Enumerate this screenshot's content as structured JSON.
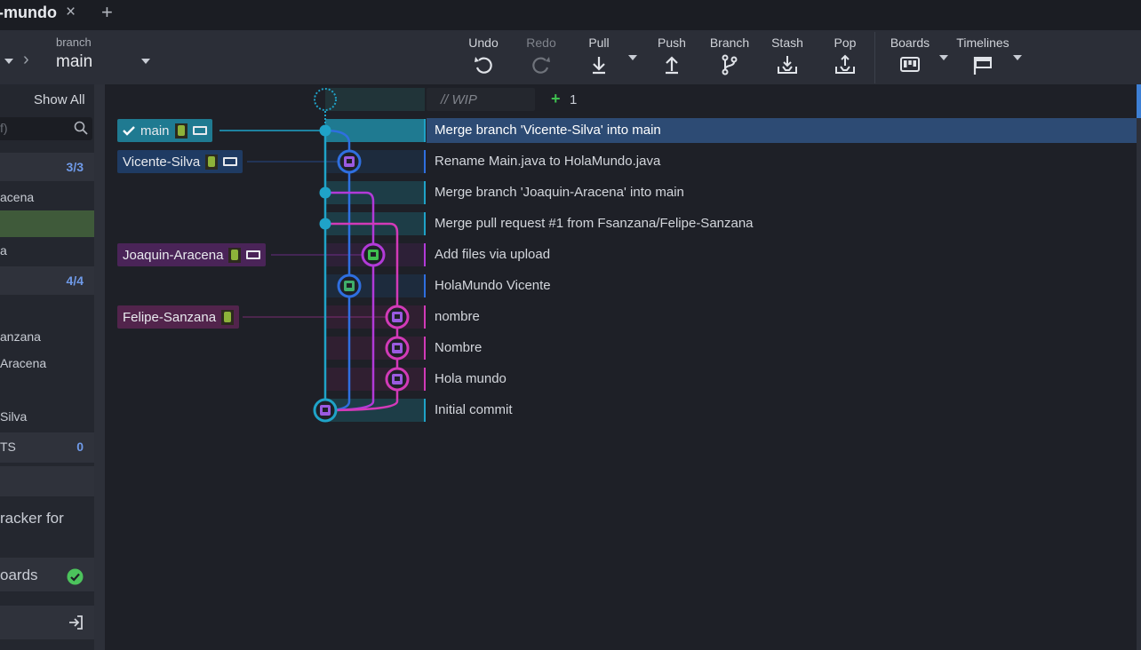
{
  "tabbar": {
    "tab_title": "-mundo",
    "close_glyph": "×",
    "add_glyph": "+"
  },
  "toolbar": {
    "branch_caption": "branch",
    "branch_name": "main",
    "buttons": [
      {
        "label": "Undo",
        "icon": "undo-icon"
      },
      {
        "label": "Redo",
        "icon": "redo-icon"
      },
      {
        "label": "Pull",
        "icon": "pull-icon"
      },
      {
        "label": "Push",
        "icon": "push-icon"
      },
      {
        "label": "Branch",
        "icon": "branch-icon"
      },
      {
        "label": "Stash",
        "icon": "stash-icon"
      },
      {
        "label": "Pop",
        "icon": "pop-icon"
      },
      {
        "label": "Boards",
        "icon": "boards-icon"
      },
      {
        "label": "Timelines",
        "icon": "timelines-icon"
      }
    ]
  },
  "sidebar": {
    "show_all": "Show All",
    "filter_placeholder": "f)",
    "local_count": "3/3",
    "local_items": [
      "acena",
      "",
      "a"
    ],
    "remote_count": "4/4",
    "remote_items": [
      "anzana",
      "Aracena",
      "Silva"
    ],
    "pr_label": "TS",
    "pr_count": "0",
    "tracker_text": "racker for",
    "boards_label": "oards"
  },
  "graph": {
    "wip_placeholder": "// WIP",
    "wip_plus": "+",
    "wip_count": "1",
    "branch_badges": [
      {
        "name": "main",
        "checked": true
      },
      {
        "name": "Vicente-Silva",
        "checked": false
      },
      {
        "name": "Joaquin-Aracena",
        "checked": false
      },
      {
        "name": "Felipe-Sanzana",
        "checked": false
      }
    ],
    "commits": [
      "Merge branch 'Vicente-Silva' into main",
      "Rename Main.java to HolaMundo.java",
      "Merge branch 'Joaquin-Aracena' into main",
      "Merge pull request #1 from Fsanzana/Felipe-Sanzana",
      "Add files via upload",
      "HolaMundo Vicente",
      "nombre",
      "Nombre",
      "Hola mundo",
      "Initial commit"
    ]
  },
  "colors": {
    "main": "#1fa3c8",
    "vicente": "#2f6fe0",
    "joaquin": "#b23ad8",
    "felipe": "#d23ab8",
    "accent_green": "#3fc04f"
  }
}
